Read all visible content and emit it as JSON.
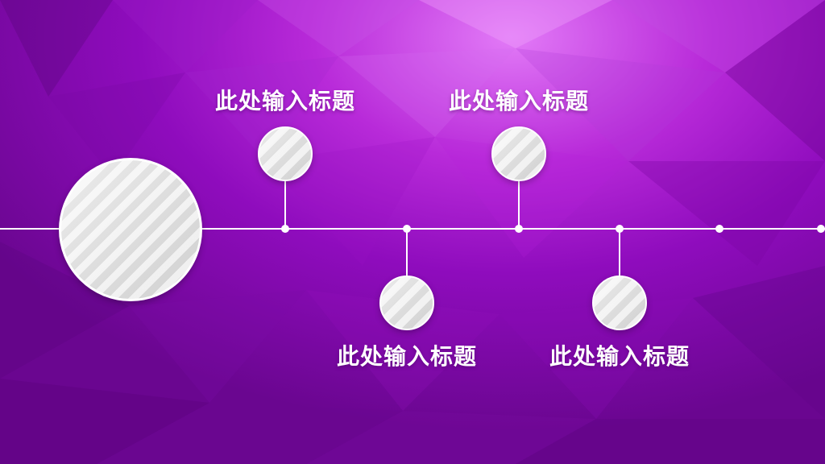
{
  "timeline": {
    "items": [
      {
        "title": "此处输入标题",
        "position": "above"
      },
      {
        "title": "此处输入标题",
        "position": "below"
      },
      {
        "title": "此处输入标题",
        "position": "above"
      },
      {
        "title": "此处输入标题",
        "position": "below"
      }
    ]
  },
  "colors": {
    "background_light": "#e27af7",
    "background_mid": "#b82ad9",
    "background_dark": "#6a0690",
    "line": "#ffffff",
    "disc": "#e6e6e6"
  }
}
